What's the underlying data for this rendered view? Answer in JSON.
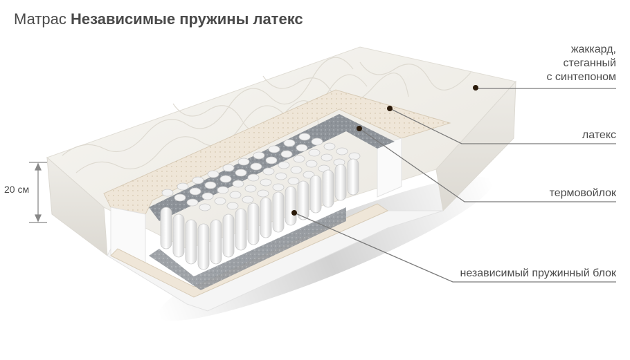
{
  "title": {
    "prefix": "Матрас",
    "name": "Независимые пружины латекс"
  },
  "dimension": {
    "height_label": "20 см"
  },
  "layers": [
    {
      "id": "cover",
      "label_lines": [
        "жаккард,",
        "стеганный",
        "с синтепоном"
      ]
    },
    {
      "id": "latex",
      "label_lines": [
        "латекс"
      ]
    },
    {
      "id": "felt",
      "label_lines": [
        "термовойлок"
      ]
    },
    {
      "id": "springs",
      "label_lines": [
        "независимый пружинный блок"
      ]
    }
  ],
  "colors": {
    "leader_line": "#777777",
    "marker_dot": "#2a1a0a",
    "latex": "#efe6d8",
    "felt": "#9a9ea4",
    "cover": "#f3f1ec",
    "spring": "#f4f4f4"
  }
}
